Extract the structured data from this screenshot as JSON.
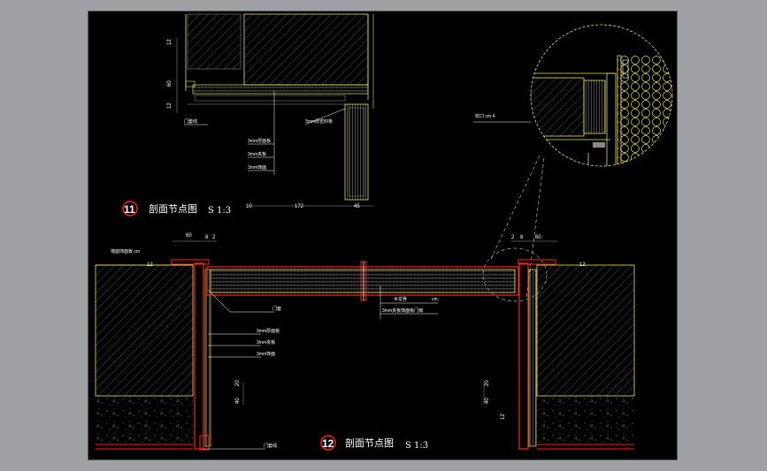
{
  "section_1": {
    "number": "11",
    "title": "剖面节点图",
    "scale": "S 1:3",
    "dims": {
      "a": "12",
      "b": "60",
      "c": "12",
      "d": "10",
      "e": "172",
      "f": "45"
    },
    "labels": {
      "wood_panel": "门套线",
      "board_1": "3mm厚面板",
      "board_2": "3mm夹板",
      "board_3": "3mm饰面",
      "seal": "3mm厚密封条",
      "detail_note": "收口 cm 4"
    }
  },
  "section_2": {
    "number": "12",
    "title": "剖面节点图",
    "scale": "S 1:3",
    "dims": {
      "left_60": "60",
      "left_8": "8",
      "left_2": "2",
      "left_12": "12",
      "left_20": "20",
      "left_40": "40",
      "right_2": "2",
      "right_8": "8",
      "right_60": "60",
      "right_12": "12",
      "right_20": "20",
      "right_40": "40",
      "right_bottom_12": "12"
    },
    "labels": {
      "left_top": "墙面饰面板 cm",
      "frame": "门套",
      "board_1": "3mm厚面板",
      "board_2": "3mm夹板",
      "board_3": "3mm饰面",
      "bottom": "门套线",
      "door_a": "木龙骨",
      "door_b": "cm",
      "door_c": "3mm夹板饰面板门扇"
    }
  },
  "colors": {
    "background": "#000000",
    "frame_red": "#ff2020",
    "wall_yellow": "#e8e060",
    "hatch_gray": "#9a9a9a",
    "leader_white": "#ffffff"
  }
}
